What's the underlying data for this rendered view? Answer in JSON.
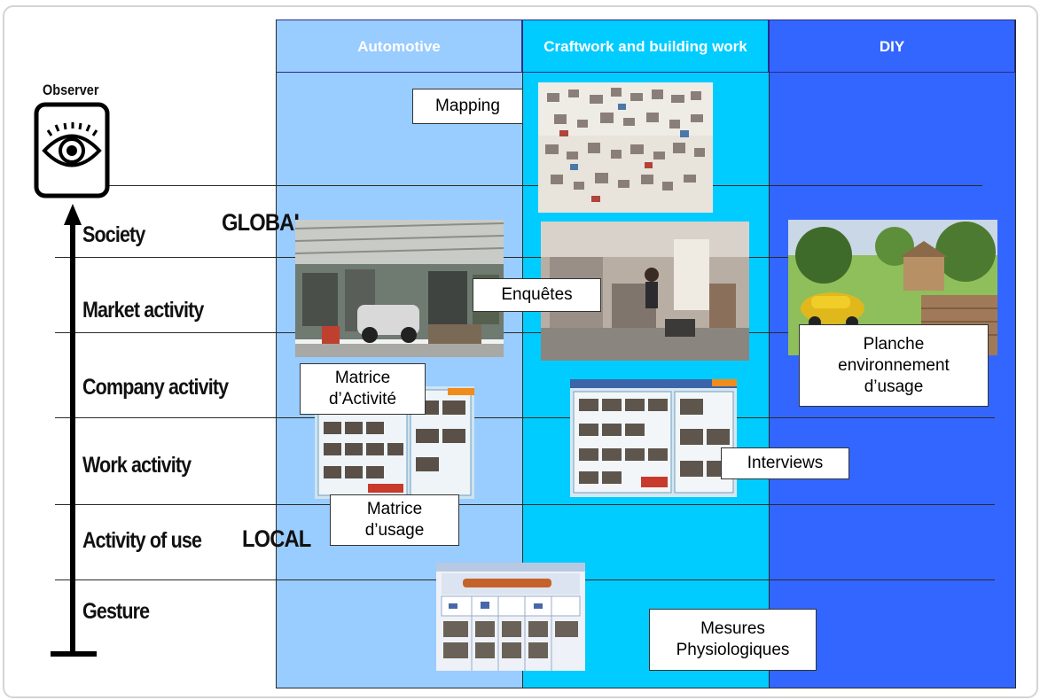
{
  "columns": [
    {
      "label": "Automotive",
      "color": "#99ccff"
    },
    {
      "label": "Craftwork and building work",
      "color": "#00ccff"
    },
    {
      "label": "DIY",
      "color": "#3366ff"
    }
  ],
  "observer": {
    "label": "Observer",
    "icon": "eye-icon"
  },
  "scale": {
    "top_label": "GLOBAL",
    "bottom_label": "LOCAL"
  },
  "levels": [
    "Society",
    "Market activity",
    "Company activity",
    "Work activity",
    "Activity of use",
    "Gesture"
  ],
  "methods": {
    "mapping": "Mapping",
    "enquetes": "Enquêtes",
    "matrice_activite": "Matrice d’Activité",
    "matrice_usage": "Matrice d’usage",
    "interviews": "Interviews",
    "planche": "Planche environnement d’usage",
    "mesures": "Mesures Physiologiques"
  }
}
